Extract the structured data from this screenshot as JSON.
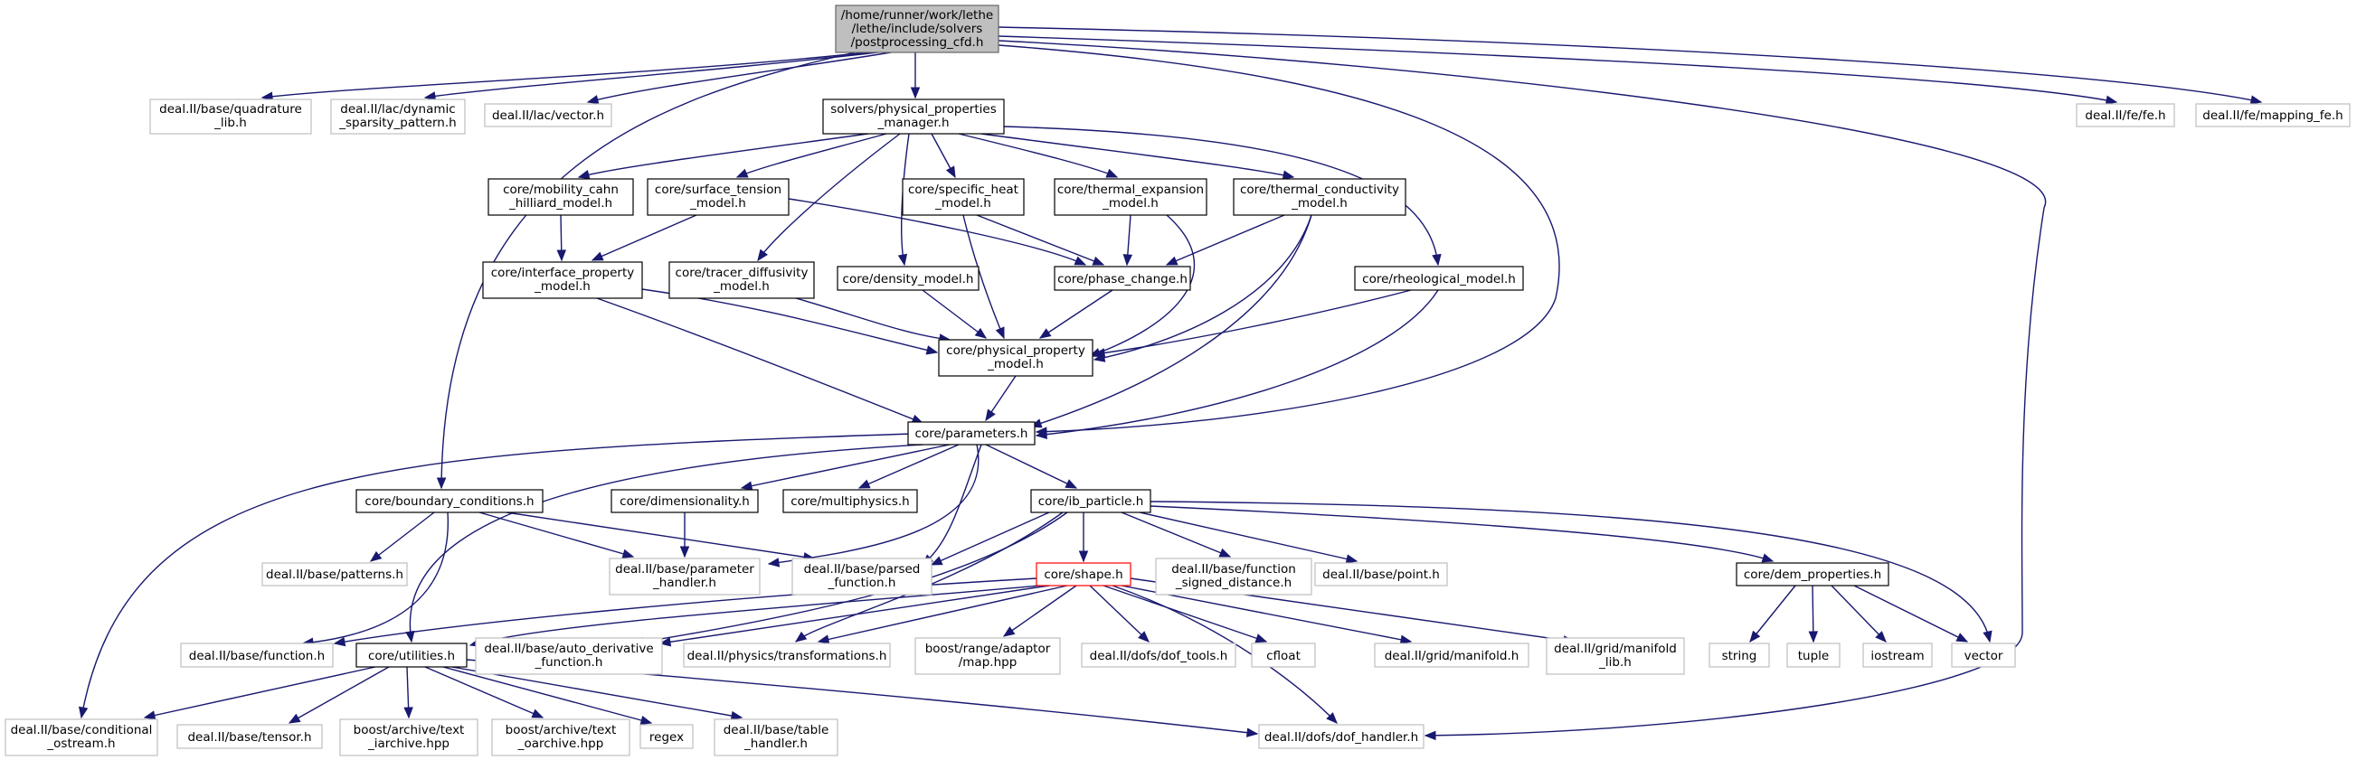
{
  "colors": {
    "edge": "#191970",
    "file_border": "#000000",
    "external_border": "#bfbfbf",
    "root_fill": "#bfbfbf",
    "highlight_border": "#ff0000"
  },
  "nodes": {
    "root": [
      "/home/runner/work/lethe",
      "/lethe/include/solvers",
      "/postprocessing_cfd.h"
    ],
    "quadrature": [
      "deal.II/base/quadrature",
      "_lib.h"
    ],
    "dynsparsity": [
      "deal.II/lac/dynamic",
      "_sparsity_pattern.h"
    ],
    "lacvector": [
      "deal.II/lac/vector.h"
    ],
    "ppm": [
      "solvers/physical_properties",
      "_manager.h"
    ],
    "fefe": [
      "deal.II/fe/fe.h"
    ],
    "mappingfe": [
      "deal.II/fe/mapping_fe.h"
    ],
    "mobility": [
      "core/mobility_cahn",
      "_hilliard_model.h"
    ],
    "surface": [
      "core/surface_tension",
      "_model.h"
    ],
    "specheat": [
      "core/specific_heat",
      "_model.h"
    ],
    "thermexp": [
      "core/thermal_expansion",
      "_model.h"
    ],
    "thermcond": [
      "core/thermal_conductivity",
      "_model.h"
    ],
    "interface": [
      "core/interface_property",
      "_model.h"
    ],
    "tracer": [
      "core/tracer_diffusivity",
      "_model.h"
    ],
    "density": [
      "core/density_model.h"
    ],
    "phase": [
      "core/phase_change.h"
    ],
    "rheo": [
      "core/rheological_model.h"
    ],
    "physprop": [
      "core/physical_property",
      "_model.h"
    ],
    "params": [
      "core/parameters.h"
    ],
    "boundary": [
      "core/boundary_conditions.h"
    ],
    "dimension": [
      "core/dimensionality.h"
    ],
    "multiphys": [
      "core/multiphysics.h"
    ],
    "ibparticle": [
      "core/ib_particle.h"
    ],
    "patterns": [
      "deal.II/base/patterns.h"
    ],
    "paramhandler": [
      "deal.II/base/parameter",
      "_handler.h"
    ],
    "parsedfunc": [
      "deal.II/base/parsed",
      "_function.h"
    ],
    "shape": [
      "core/shape.h"
    ],
    "signeddist": [
      "deal.II/base/function",
      "_signed_distance.h"
    ],
    "point": [
      "deal.II/base/point.h"
    ],
    "demprops": [
      "core/dem_properties.h"
    ],
    "function": [
      "deal.II/base/function.h"
    ],
    "utilities": [
      "core/utilities.h"
    ],
    "autoderiv": [
      "deal.II/base/auto_derivative",
      "_function.h"
    ],
    "transforms": [
      "deal.II/physics/transformations.h"
    ],
    "boostmap": [
      "boost/range/adaptor",
      "/map.hpp"
    ],
    "doftools": [
      "deal.II/dofs/dof_tools.h"
    ],
    "cfloat": [
      "cfloat"
    ],
    "manifold": [
      "deal.II/grid/manifold.h"
    ],
    "manifoldlib": [
      "deal.II/grid/manifold",
      "_lib.h"
    ],
    "string": [
      "string"
    ],
    "tuple": [
      "tuple"
    ],
    "iostream": [
      "iostream"
    ],
    "vector": [
      "vector"
    ],
    "condostream": [
      "deal.II/base/conditional",
      "_ostream.h"
    ],
    "tensor": [
      "deal.II/base/tensor.h"
    ],
    "textiarchive": [
      "boost/archive/text",
      "_iarchive.hpp"
    ],
    "textoarchive": [
      "boost/archive/text",
      "_oarchive.hpp"
    ],
    "regex": [
      "regex"
    ],
    "tablehandler": [
      "deal.II/base/table",
      "_handler.h"
    ],
    "dofhandler": [
      "deal.II/dofs/dof_handler.h"
    ]
  }
}
